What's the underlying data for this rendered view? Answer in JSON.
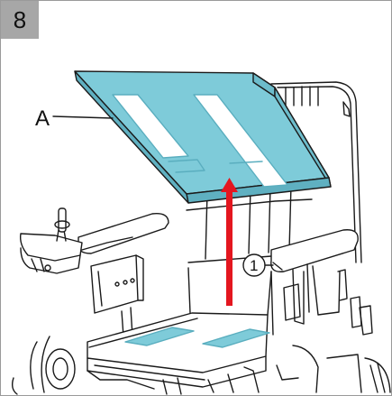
{
  "step_number": "8",
  "part_label": "A",
  "callout_number": "1",
  "colors": {
    "cushion_fill": "#7ecbd9",
    "cushion_edge": "#5aaebf",
    "lift_arrow": "#e4161f",
    "line_art": "#1a1a1a",
    "step_box": "#a7a7a7"
  }
}
